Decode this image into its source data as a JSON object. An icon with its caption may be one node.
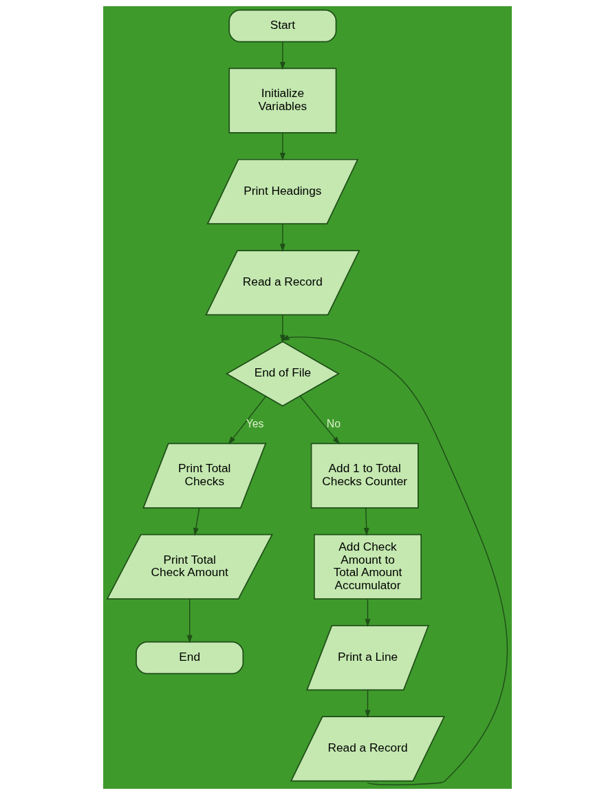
{
  "diagram": {
    "nodes": [
      {
        "text": [
          "Start"
        ]
      },
      {
        "text": [
          "Initialize Variables"
        ]
      },
      {
        "text": [
          "Print Headings"
        ]
      },
      {
        "text": [
          "Read a Record"
        ]
      },
      {
        "text": [
          "End of File"
        ]
      },
      {
        "text": [
          "Print Total Checks"
        ]
      },
      {
        "text": [
          "Print Total Check Amount"
        ]
      },
      {
        "text": [
          "End"
        ]
      },
      {
        "text": [
          "Add 1 to Total Checks Counter"
        ]
      },
      {
        "text": [
          "Add Check Amount to Total Amount Accumulator"
        ]
      },
      {
        "text": [
          "Print a Line"
        ]
      },
      {
        "text": [
          "Read a Record"
        ]
      }
    ],
    "edges": [
      {
        "from": 0,
        "to": 1,
        "arrow": "to"
      },
      {
        "from": 1,
        "to": 2,
        "arrow": "to"
      },
      {
        "from": 2,
        "to": 3,
        "arrow": "to"
      },
      {
        "from": 3,
        "to": 4,
        "arrow": "to"
      },
      {
        "from": 4,
        "to": 5,
        "arrow": "to",
        "label": "Yes"
      },
      {
        "from": 5,
        "to": 6,
        "arrow": "to"
      },
      {
        "from": 6,
        "to": 7,
        "arrow": "to"
      },
      {
        "from": 4,
        "to": 8,
        "arrow": "to",
        "label": "No"
      },
      {
        "from": 8,
        "to": 9,
        "arrow": "to"
      },
      {
        "from": 9,
        "to": 10,
        "arrow": "to"
      },
      {
        "from": 10,
        "to": 11,
        "arrow": "to"
      },
      {
        "from": 11,
        "to": 4,
        "arrow": "to"
      }
    ]
  }
}
